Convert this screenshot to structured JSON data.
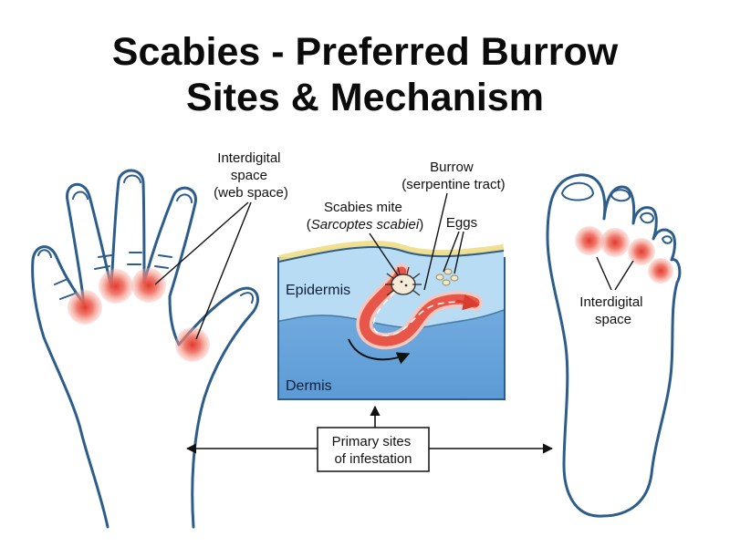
{
  "title": {
    "line1": "Scabies - Preferred Burrow",
    "line2": "Sites & Mechanism"
  },
  "labels": {
    "hand_interdigital": [
      "Interdigital",
      "space",
      "(web space)"
    ],
    "burrow": [
      "Burrow",
      "(serpentine tract)"
    ],
    "mite_line1": "Scabies mite",
    "mite_line2_open": "(",
    "mite_line2_species": "Sarcoptes scabiei",
    "mite_line2_close": ")",
    "eggs": "Eggs",
    "epidermis": "Epidermis",
    "dermis": "Dermis",
    "foot_interdigital": [
      "Interdigital",
      "space"
    ],
    "primary_sites": [
      "Primary sites",
      "of infestation"
    ]
  },
  "colors": {
    "outline": "#2d5d8a",
    "hotspot": "#e8584a",
    "epidermis": "#b7dcf4",
    "dermis": "#6aa7dc",
    "stratum": "#f3e7a3",
    "burrow": "#e8564a"
  }
}
